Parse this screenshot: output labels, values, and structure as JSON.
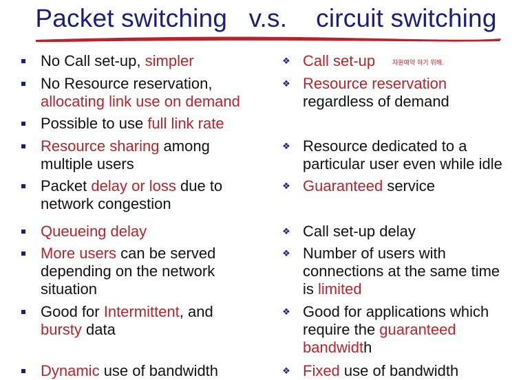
{
  "title": "Packet switching   v.s.    circuit switching",
  "colors": {
    "title": "#1a1f7a",
    "accent": "#b5252b",
    "underline": "#b5252b",
    "text": "#111111"
  },
  "left": {
    "bullet_icon": "square-bullet-icon",
    "items": [
      {
        "lines": [
          [
            {
              "t": "No Call set-up, "
            },
            {
              "t": "simpler",
              "r": true
            }
          ]
        ]
      },
      {
        "lines": [
          [
            {
              "t": "No Resource reservation,"
            }
          ],
          [
            {
              "t": "allocating link use on demand",
              "r": true
            }
          ]
        ]
      },
      {
        "lines": [
          [
            {
              "t": "Possible to use "
            },
            {
              "t": "full link rate",
              "r": true
            }
          ]
        ]
      },
      {
        "lines": [
          [
            {
              "t": "Resource sharing",
              "r": true
            },
            {
              "t": " among"
            }
          ],
          [
            {
              "t": "multiple users"
            }
          ]
        ]
      },
      {
        "lines": [
          [
            {
              "t": "Packet "
            },
            {
              "t": "delay or loss",
              "r": true
            },
            {
              "t": " due to"
            }
          ],
          [
            {
              "t": "network congestion"
            }
          ]
        ]
      },
      {
        "lines": [
          [
            {
              "t": "Queueing delay",
              "r": true
            }
          ]
        ]
      },
      {
        "lines": [
          [
            {
              "t": "More users",
              "r": true
            },
            {
              "t": " can be served"
            }
          ],
          [
            {
              "t": "depending on the network"
            }
          ],
          [
            {
              "t": "situation"
            }
          ]
        ]
      },
      {
        "lines": [
          [
            {
              "t": "Good for "
            },
            {
              "t": "Intermittent",
              "r": true
            },
            {
              "t": ", and"
            }
          ],
          [
            {
              "t": "bursty",
              "r": true
            },
            {
              "t": " data"
            }
          ]
        ]
      },
      {
        "lines": [
          [
            {
              "t": "Dynamic",
              "r": true
            },
            {
              "t": " use of bandwidth"
            }
          ]
        ]
      }
    ]
  },
  "right": {
    "bullet_icon": "diamond-bullet-icon",
    "handwritten_note": "자원예약 하기 위해.",
    "items": [
      {
        "lines": [
          [
            {
              "t": "Call set-up",
              "r": true
            }
          ]
        ]
      },
      {
        "lines": [
          [
            {
              "t": "Resource reservation",
              "r": true
            }
          ],
          [
            {
              "t": "regardless of demand"
            }
          ]
        ]
      },
      {
        "lines": [
          [
            {
              "t": "Resource dedicated to a"
            }
          ],
          [
            {
              "t": "particular user even while idle"
            }
          ]
        ]
      },
      {
        "lines": [
          [
            {
              "t": "Guaranteed",
              "r": true
            },
            {
              "t": " service"
            }
          ]
        ]
      },
      {
        "lines": [
          [
            {
              "t": "Call set-up delay"
            }
          ]
        ]
      },
      {
        "lines": [
          [
            {
              "t": "Number of users with"
            }
          ],
          [
            {
              "t": "connections at the same time"
            }
          ],
          [
            {
              "t": "is "
            },
            {
              "t": "limited",
              "r": true
            }
          ]
        ]
      },
      {
        "lines": [
          [
            {
              "t": "Good for applications which"
            }
          ],
          [
            {
              "t": "require the "
            },
            {
              "t": "guaranteed",
              "r": true
            }
          ],
          [
            {
              "t": "bandwidt",
              "r": true
            },
            {
              "t": "h"
            }
          ]
        ]
      },
      {
        "lines": [
          [
            {
              "t": "Fixed",
              "r": true
            },
            {
              "t": " use of bandwidth"
            }
          ]
        ]
      }
    ]
  }
}
